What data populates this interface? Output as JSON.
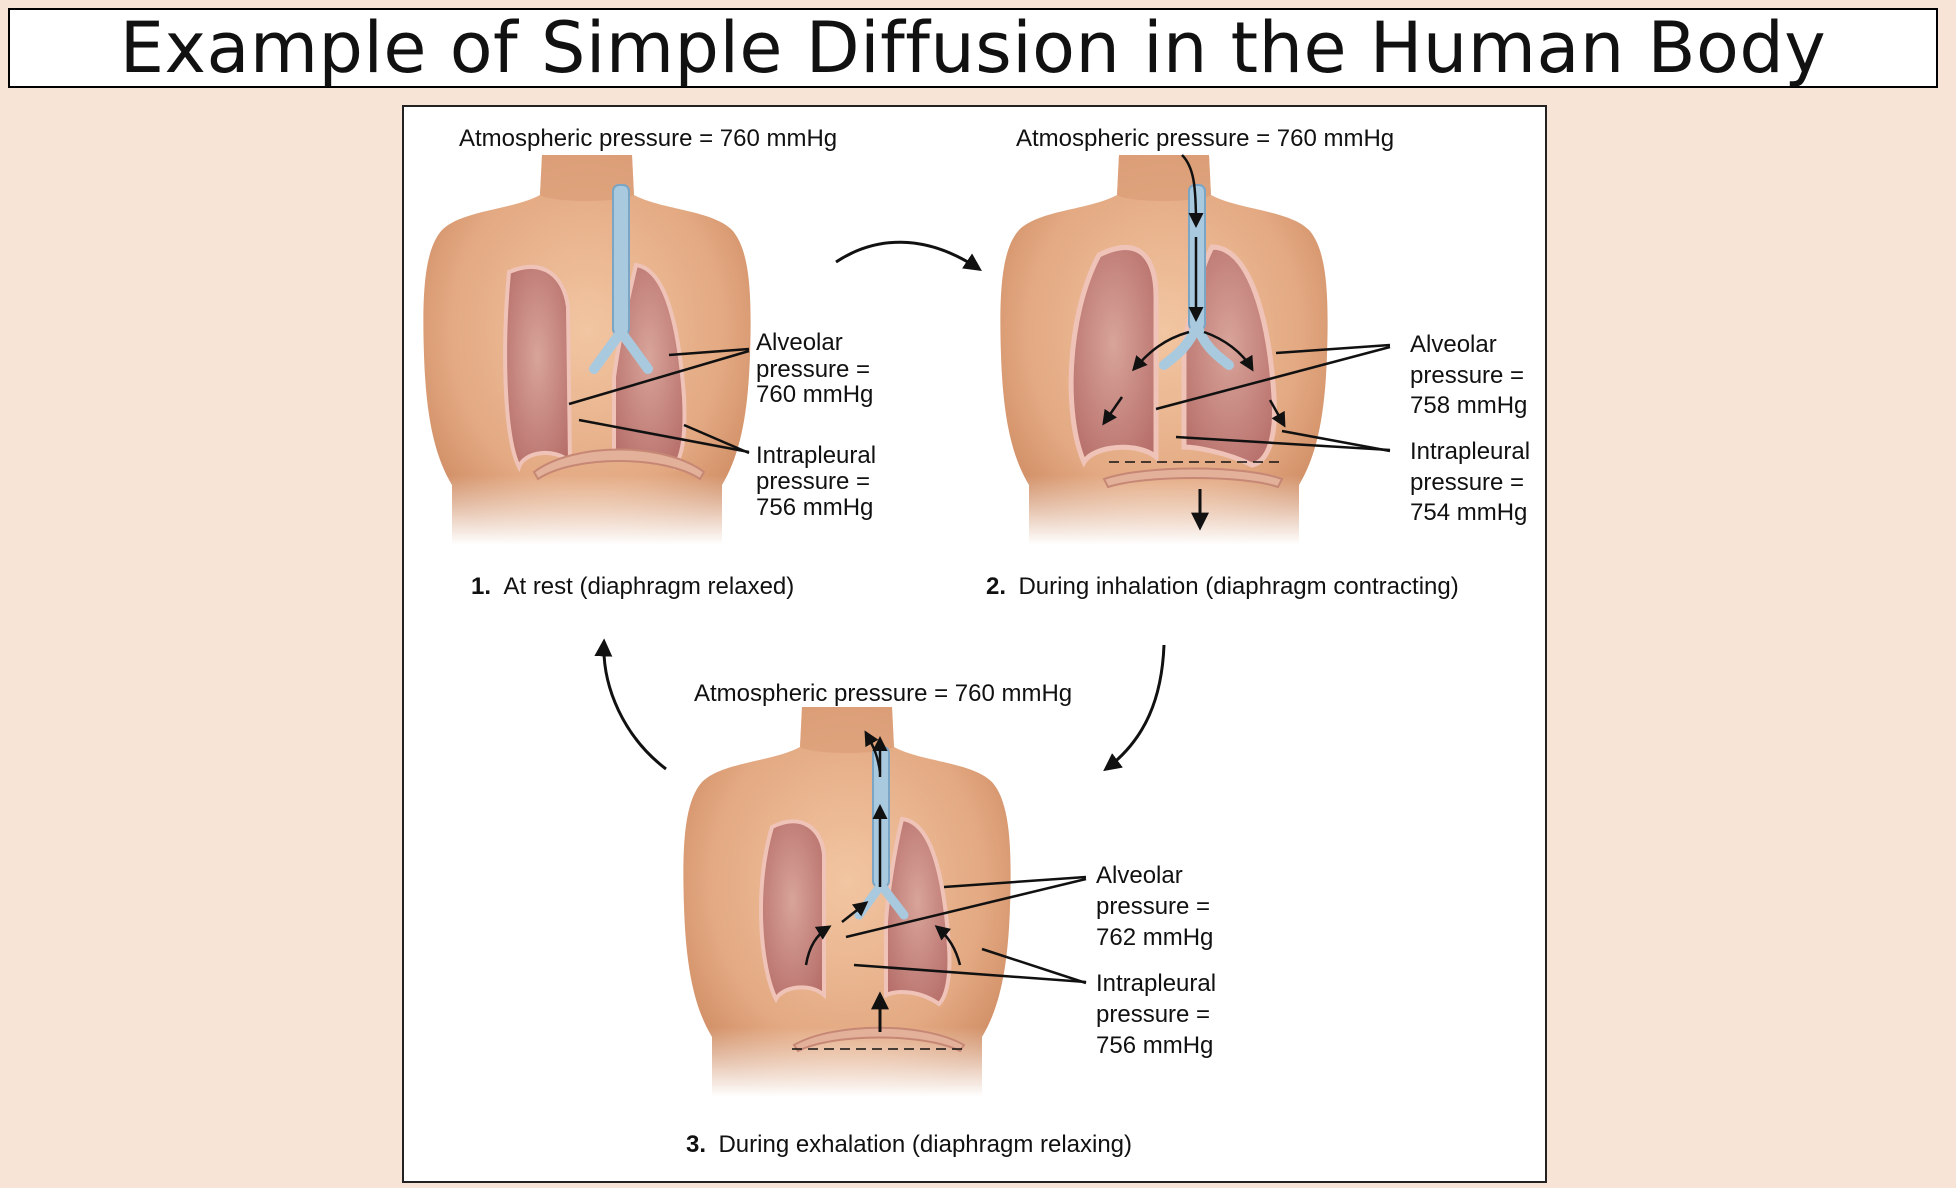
{
  "title": "Example of Simple Diffusion in the Human Body",
  "colors": {
    "background": "#f7e4d7",
    "skin": "#e0a57a",
    "lung": "#c9867f",
    "trachea": "#a9c9df"
  },
  "panels": [
    {
      "atmospheric": "Atmospheric pressure = 760 mmHg",
      "alveolar": [
        "Alveolar",
        "pressure =",
        "760 mmHg"
      ],
      "intrapleural": [
        "Intrapleural",
        "pressure =",
        "756 mmHg"
      ],
      "caption_number": "1.",
      "caption_text": "At rest (diaphragm relaxed)"
    },
    {
      "atmospheric": "Atmospheric pressure = 760 mmHg",
      "alveolar": [
        "Alveolar",
        "pressure =",
        "758 mmHg"
      ],
      "intrapleural": [
        "Intrapleural",
        "pressure =",
        "754 mmHg"
      ],
      "caption_number": "2.",
      "caption_text": "During inhalation (diaphragm contracting)"
    },
    {
      "atmospheric": "Atmospheric pressure = 760 mmHg",
      "alveolar": [
        "Alveolar",
        "pressure =",
        "762 mmHg"
      ],
      "intrapleural": [
        "Intrapleural",
        "pressure =",
        "756 mmHg"
      ],
      "caption_number": "3.",
      "caption_text": "During exhalation (diaphragm relaxing)"
    }
  ]
}
